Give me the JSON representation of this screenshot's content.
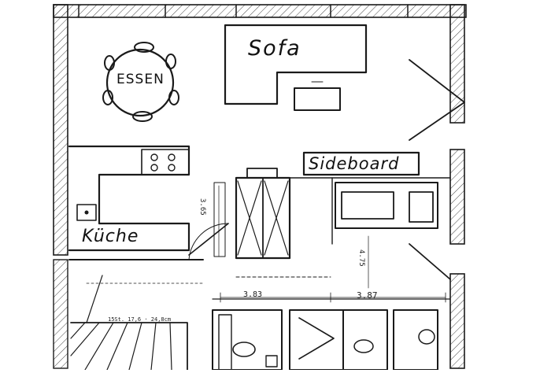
{
  "plan": {
    "rooms": {
      "sofa": "Sofa",
      "essen": "ESSEN",
      "sideboard": "Sideboard",
      "kuche": "Küche"
    },
    "dimensions": {
      "width_left": "3.83",
      "width_right": "3.87",
      "stair": "15St. 17,6 · 24,8cm",
      "vertical_left": "3.65",
      "vertical_right": "4.75"
    }
  }
}
